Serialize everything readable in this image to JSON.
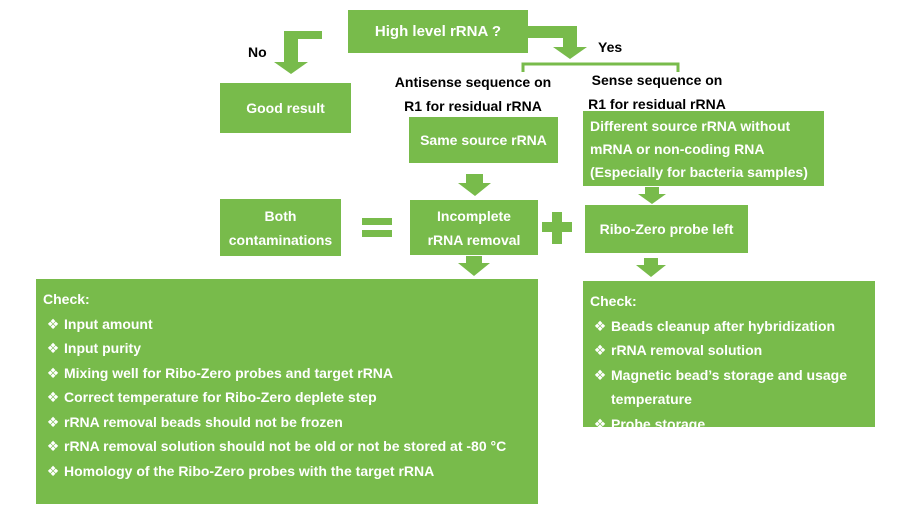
{
  "colors": {
    "box_fill": "#78bb4b",
    "box_text": "#ffffff",
    "label_text": "#000000"
  },
  "decision": {
    "question": "High level rRNA ?",
    "no_label": "No",
    "yes_label": "Yes"
  },
  "no_branch": {
    "result": "Good result"
  },
  "antisense": {
    "label_lines": [
      "Antisense sequence on",
      "R1 for residual rRNA"
    ],
    "box": "Same source rRNA"
  },
  "sense": {
    "label_lines": [
      "Sense sequence on",
      "R1 for residual rRNA"
    ],
    "box_lines": [
      "Different source rRNA without",
      "mRNA or non-coding RNA",
      "(Especially for bacteria samples)"
    ]
  },
  "both": {
    "lines": [
      "Both",
      "contaminations"
    ]
  },
  "equals_symbol": "=",
  "plus_symbol": "+",
  "incomplete": {
    "lines": [
      "Incomplete",
      "rRNA removal"
    ]
  },
  "probe_left": "Ribo-Zero probe left",
  "check_left": {
    "title": "Check:",
    "bullet_icon": "four-diamond-bullet-icon",
    "bullet_glyph": "❖",
    "items": [
      "Input amount",
      "Input purity",
      "Mixing well for Ribo-Zero probes and target rRNA",
      "Correct temperature for  Ribo-Zero deplete step",
      "rRNA removal beads should not be frozen",
      "rRNA removal solution should not be old or not be stored at -80 °C",
      "Homology of the Ribo-Zero probes with the target rRNA"
    ]
  },
  "check_right": {
    "title": "Check:",
    "bullet_icon": "four-diamond-bullet-icon",
    "bullet_glyph": "❖",
    "items": [
      "Beads cleanup after hybridization",
      "rRNA removal solution",
      [
        "Magnetic bead’s storage and usage",
        "temperature"
      ],
      "Probe storage"
    ]
  }
}
